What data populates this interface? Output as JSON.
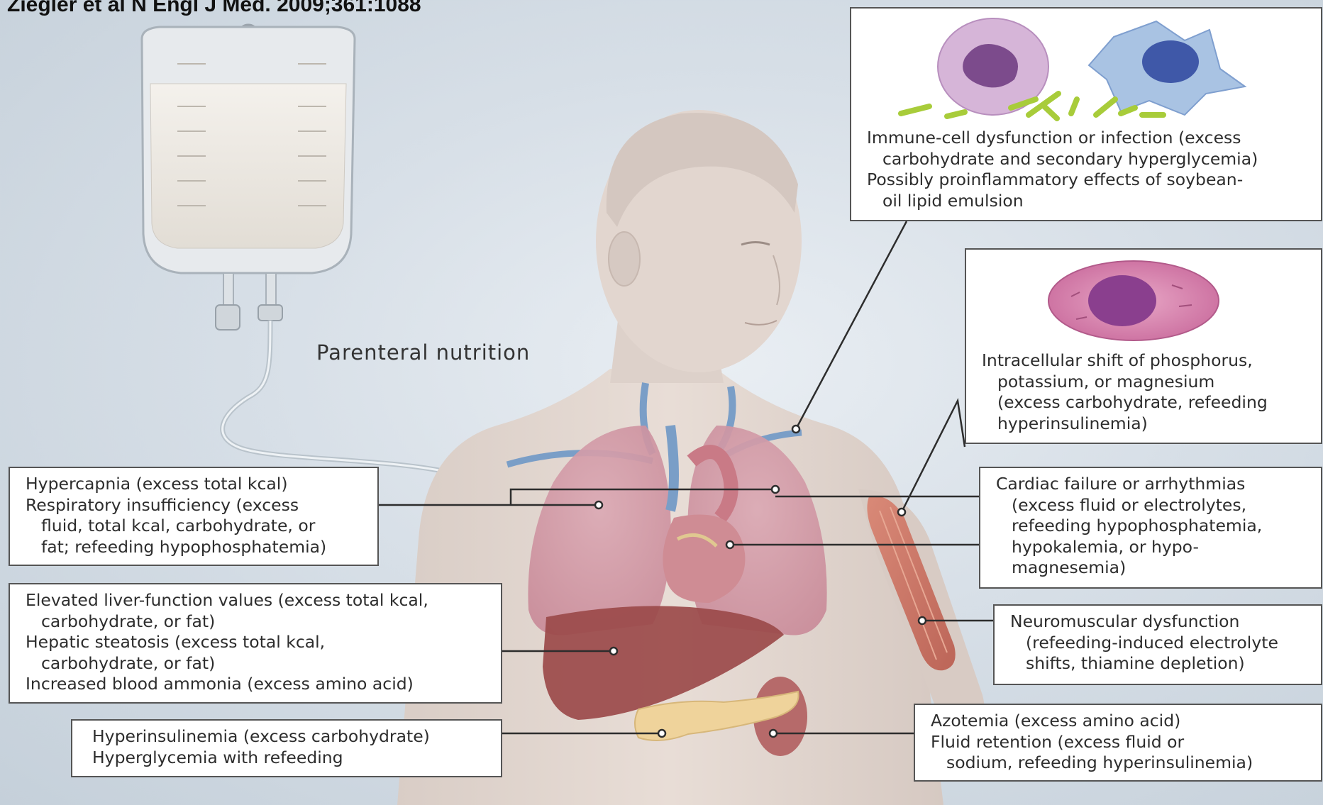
{
  "citation": "Ziegler et al N Engl J Med. 2009;361:1088",
  "diagram_label": "Parenteral nutrition",
  "callouts": {
    "immune": {
      "lines": [
        "Immune-cell dysfunction or infection (excess",
        "carbohydrate and secondary hyperglycemia)",
        "Possibly proinflammatory effects of soybean-",
        "oil lipid emulsion"
      ]
    },
    "intracellular": {
      "lines": [
        "Intracellular shift of phosphorus,",
        "potassium, or magnesium",
        "(excess carbohydrate, refeeding",
        "hyperinsulinemia)"
      ]
    },
    "cardiac": {
      "lines": [
        "Cardiac failure or arrhythmias",
        "(excess fluid or electrolytes,",
        "refeeding hypophosphatemia,",
        "hypokalemia, or hypo-",
        "magnesemia)"
      ]
    },
    "neuromuscular": {
      "lines": [
        "Neuromuscular dysfunction",
        "(refeeding-induced electrolyte",
        "shifts, thiamine depletion)"
      ]
    },
    "azotemia": {
      "lines": [
        "Azotemia (excess amino acid)",
        "Fluid retention (excess fluid or",
        "sodium, refeeding hyperinsulinemia)"
      ]
    },
    "respiratory": {
      "lines": [
        "Hypercapnia (excess total kcal)",
        "Respiratory insufficiency (excess",
        "fluid, total kcal, carbohydrate, or",
        "fat; refeeding hypophosphatemia)"
      ]
    },
    "liver": {
      "lines": [
        "Elevated liver-function values (excess total kcal,",
        "carbohydrate, or fat)",
        "Hepatic steatosis (excess total kcal,",
        "carbohydrate, or fat)",
        "Increased blood ammonia (excess amino acid)"
      ]
    },
    "pancreas": {
      "lines": [
        "Hyperinsulinemia (excess carbohydrate)",
        "Hyperglycemia with refeeding"
      ]
    }
  }
}
